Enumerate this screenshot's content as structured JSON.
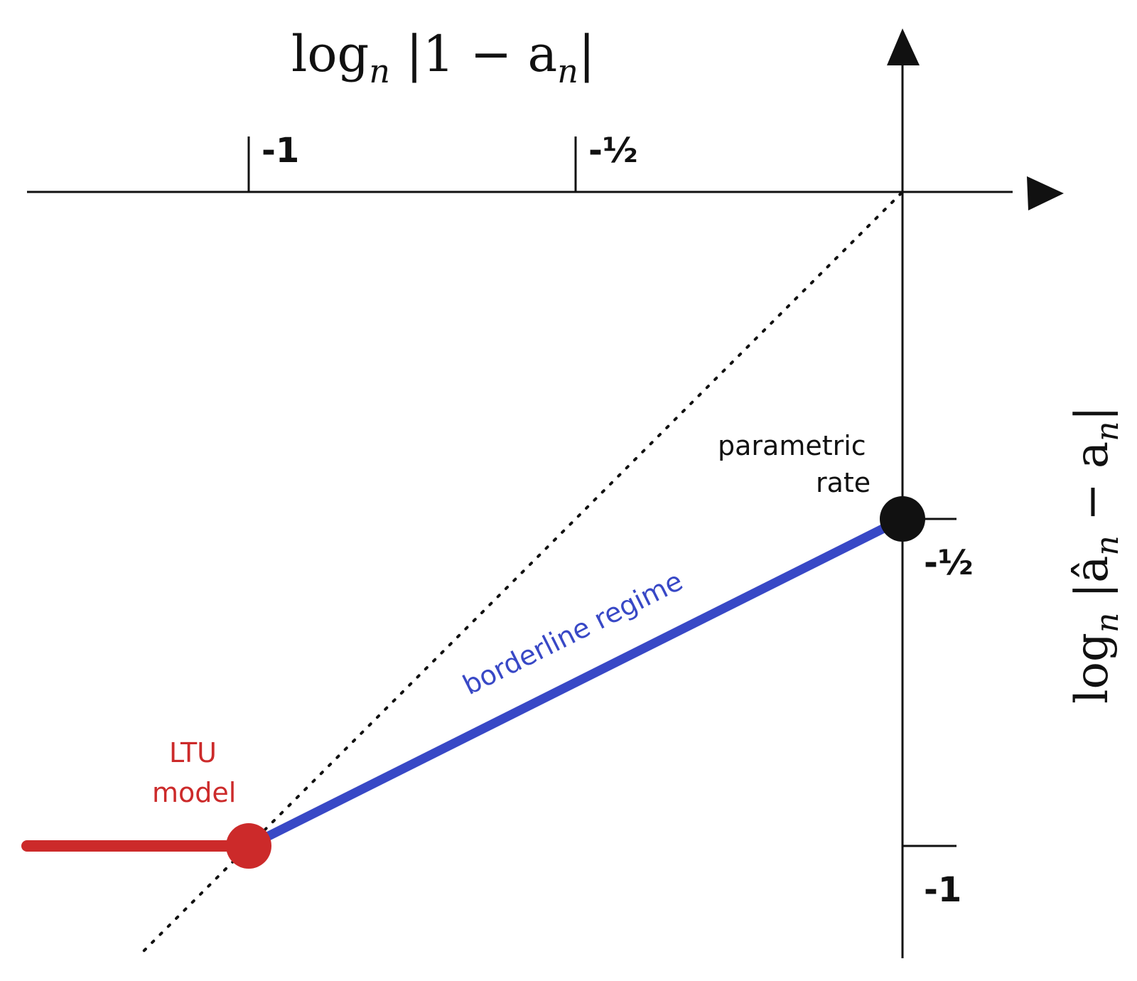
{
  "colors": {
    "axis": "#111111",
    "borderline": "#3848c6",
    "ltu": "#cc2a2a",
    "parametric": "#111111",
    "background": "#ffffff"
  },
  "x_axis": {
    "label_main": "log",
    "label_sub": "n",
    "label_rest": " |1 − a",
    "label_rest_sub": "n",
    "label_close": "|",
    "ticks": [
      {
        "value": -1,
        "label": "-1"
      },
      {
        "value": -0.5,
        "label": "-½"
      }
    ]
  },
  "y_axis": {
    "label_main": "log",
    "label_sub": "n",
    "label_rest": " |â",
    "label_rest_sub": "n",
    "label_minus": " − a",
    "label_minus_sub": "n",
    "label_close": "|",
    "ticks": [
      {
        "value": -0.5,
        "label": "-½"
      },
      {
        "value": -1,
        "label": "-1"
      }
    ]
  },
  "annotations": {
    "parametric_line1": "parametric",
    "parametric_line2": "rate",
    "borderline": "borderline regime",
    "ltu_line1": "LTU",
    "ltu_line2": "model"
  },
  "points": {
    "parametric": {
      "x": 0,
      "y": -0.5
    },
    "ltu": {
      "x": -1,
      "y": -1
    }
  },
  "diagonal": {
    "x_from": -1.16,
    "x_to": 0
  }
}
